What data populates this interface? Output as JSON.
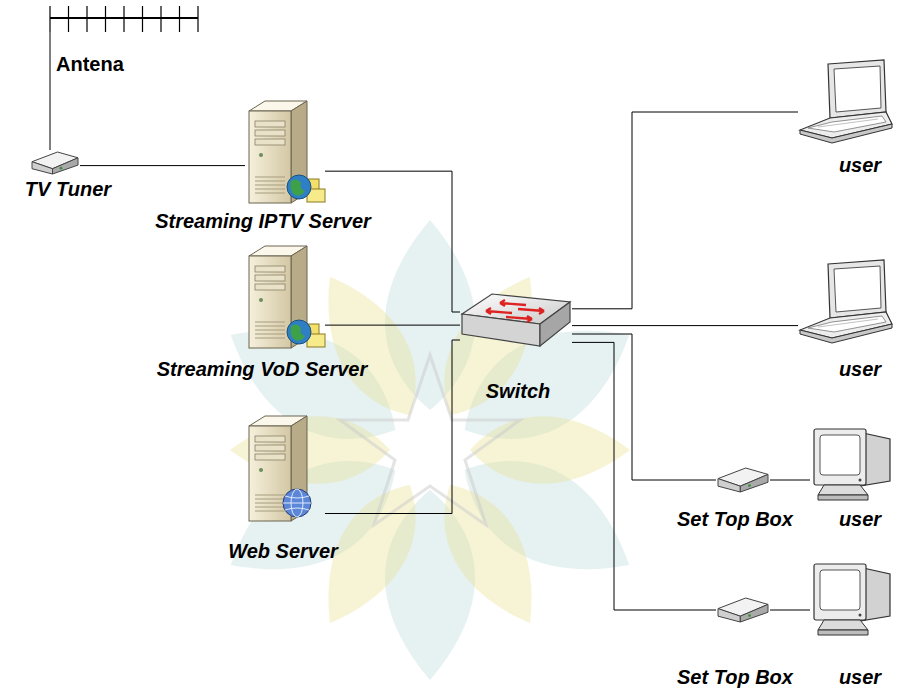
{
  "diagram": {
    "nodes": [
      {
        "text": [
          "Antena"
        ]
      },
      {
        "text": [
          "TV Tuner"
        ]
      },
      {
        "text": [
          "Streaming IPTV Server"
        ]
      },
      {
        "text": [
          "Streaming VoD Server"
        ]
      },
      {
        "text": [
          "Web Server"
        ]
      },
      {
        "text": [
          "Switch"
        ]
      },
      {
        "text": [
          "user"
        ]
      },
      {
        "text": [
          "user"
        ]
      },
      {
        "text": [
          "Set Top Box"
        ]
      },
      {
        "text": [
          "user"
        ]
      },
      {
        "text": [
          "Set Top Box"
        ]
      },
      {
        "text": [
          "user"
        ]
      }
    ],
    "edges": [
      {
        "from": 0,
        "to": 1,
        "arrow": "none"
      },
      {
        "from": 1,
        "to": 2,
        "arrow": "none"
      },
      {
        "from": 2,
        "to": 5,
        "arrow": "none"
      },
      {
        "from": 3,
        "to": 5,
        "arrow": "none"
      },
      {
        "from": 4,
        "to": 5,
        "arrow": "none"
      },
      {
        "from": 5,
        "to": 6,
        "arrow": "none"
      },
      {
        "from": 5,
        "to": 7,
        "arrow": "none"
      },
      {
        "from": 5,
        "to": 8,
        "arrow": "none"
      },
      {
        "from": 8,
        "to": 9,
        "arrow": "none"
      },
      {
        "from": 5,
        "to": 10,
        "arrow": "none"
      },
      {
        "from": 10,
        "to": 11,
        "arrow": "none"
      }
    ]
  }
}
